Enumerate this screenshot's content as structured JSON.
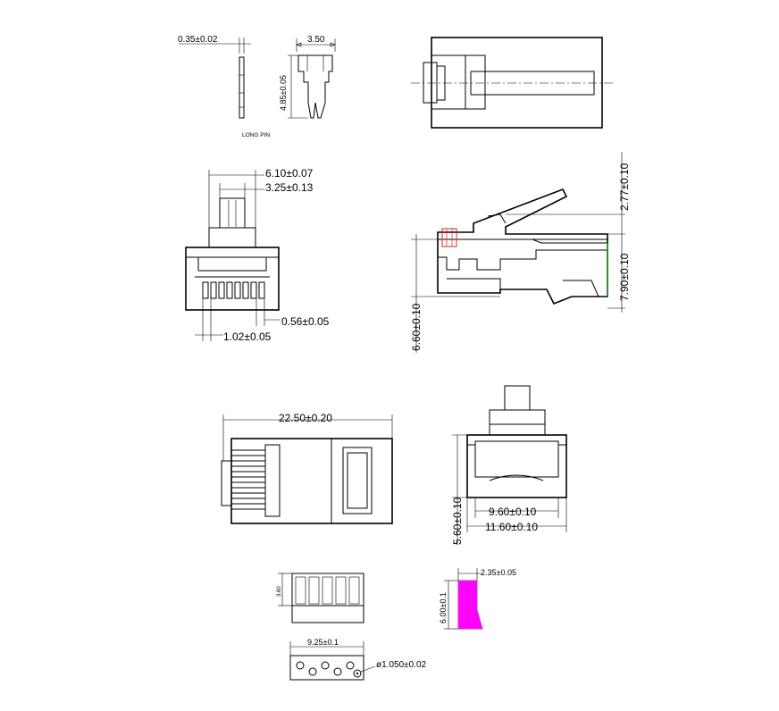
{
  "labels": {
    "pin_thickness": "0.35±0.02",
    "pin_width": "3.50",
    "pin_height": "4.85±0.05",
    "long_pin": "LONG PIN",
    "front_outer_width": "6.10±0.07",
    "front_latch_width": "3.25±0.13",
    "contact_width": "0.56±0.05",
    "contact_pitch": "1.02±0.05",
    "latch_height": "2.77±0.10",
    "body_height": "7.90±0.10",
    "side_total_height": "6.60±0.10",
    "overall_length": "22.50±0.20",
    "inner_width": "9.60±0.10",
    "outer_width": "11.60±0.10",
    "rear_height": "5.60±0.10",
    "small_part_height": "3.60",
    "small_part_width": "9.25±0.1",
    "hole_diameter": "ø1.050±0.02",
    "insert_width": "2.35±0.05",
    "insert_height": "6.00±0.1"
  },
  "colors": {
    "line": "#000000",
    "insert_fill": "#ff00ff",
    "insert_outline": "#cc33cc",
    "side_highlight_red": "#e02020",
    "side_highlight_green": "#2a9a2a"
  }
}
